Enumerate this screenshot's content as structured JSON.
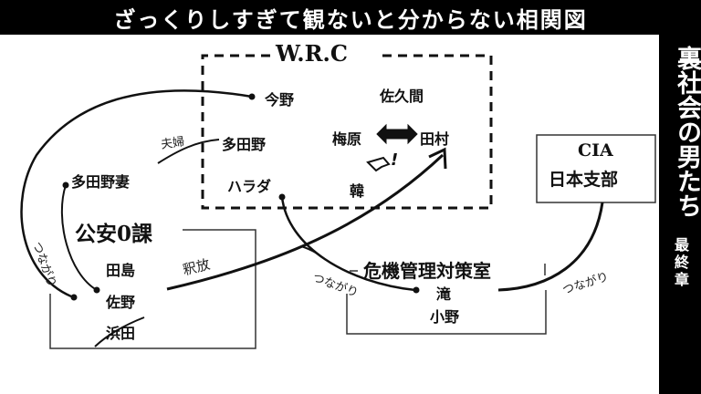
{
  "title": "ざっくりしすぎて観ないと分からない相関図",
  "sidebar": {
    "title": "裏社会の男たち",
    "subtitle": "最終章"
  },
  "groups": {
    "wrc": {
      "name": "W.R.C",
      "members": [
        "今野",
        "佐久間",
        "多田野",
        "梅原",
        "田村",
        "ハラダ",
        "韓"
      ]
    },
    "koan": {
      "name": "公安0課",
      "members": [
        "田島",
        "佐野",
        "浜田"
      ],
      "crossed_out": "浜田"
    },
    "kiki": {
      "name": "危機管理対策室",
      "members": [
        "滝",
        "小野"
      ]
    },
    "cia": {
      "name_line1": "CIA",
      "name_line2": "日本支部"
    }
  },
  "outside": {
    "wife": "多田野妻"
  },
  "relations": {
    "couple": "夫婦",
    "release": "釈放",
    "connection": "つながり",
    "exclaim": "!"
  }
}
